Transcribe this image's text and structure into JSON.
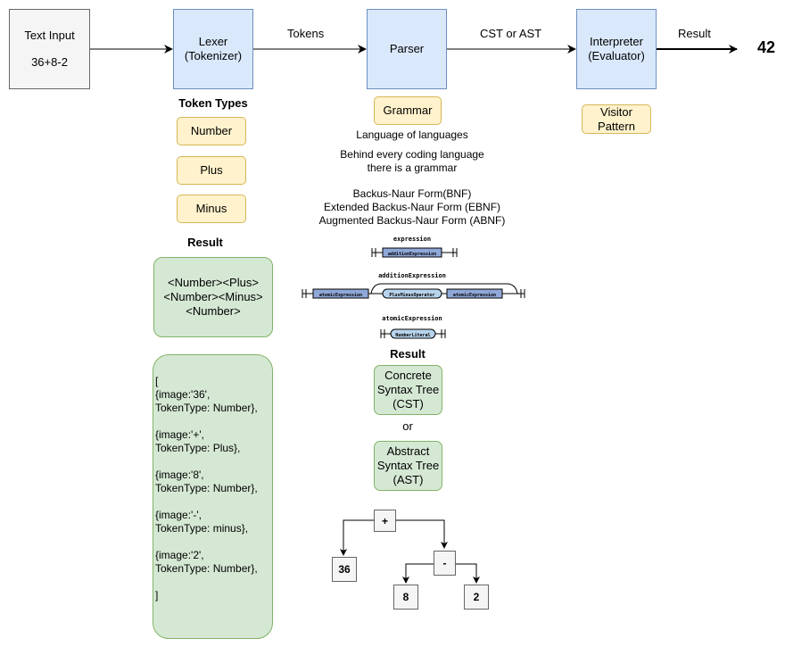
{
  "pipeline": {
    "input_title": "Text Input",
    "input_value": "36+8-2",
    "lexer": [
      "Lexer",
      "(Tokenizer)"
    ],
    "parser": "Parser",
    "interpreter": [
      "Interpreter",
      "(Evaluator)"
    ],
    "edge_tokens": "Tokens",
    "edge_tree": "CST or AST",
    "edge_result": "Result",
    "final_value": "42"
  },
  "lexer_section": {
    "heading": "Token Types",
    "types": [
      "Number",
      "Plus",
      "Minus"
    ],
    "result_heading": "Result",
    "token_sequence": [
      "<Number><Plus>",
      "<Number><Minus>",
      "<Number>"
    ],
    "token_list": [
      "[",
      "{image:'36',",
      "TokenType: Number},",
      "",
      "{image:'+',",
      "TokenType: Plus},",
      "",
      "{image:'8',",
      "TokenType: Number},",
      "",
      "{image:'-',",
      "TokenType: minus},",
      "",
      "{image:'2',",
      "TokenType: Number},",
      "",
      "]"
    ]
  },
  "parser_section": {
    "grammar_label": "Grammar",
    "grammar_caption": "Language of languages",
    "note": [
      "Behind every coding language",
      "there is a grammar"
    ],
    "forms": [
      "Backus-Naur Form(BNF)",
      "Extended Backus-Naur Form (EBNF)",
      "Augmented Backus-Naur Form (ABNF)"
    ],
    "rules": [
      {
        "name": "expression",
        "items": [
          "additionExpression"
        ]
      },
      {
        "name": "additionExpression",
        "items": [
          "atomicExpression",
          "PlusMinusOperator",
          "atomicExpression"
        ]
      },
      {
        "name": "atomicExpression",
        "items": [
          "NumberLiteral"
        ]
      }
    ],
    "result_heading": "Result",
    "cst": [
      "Concrete",
      "Syntax Tree",
      "(CST)"
    ],
    "or_label": "or",
    "ast": [
      "Abstract",
      "Syntax Tree",
      "(AST)"
    ],
    "tree": {
      "root": "+",
      "left": "36",
      "right": "-",
      "right_left": "8",
      "right_right": "2"
    }
  },
  "interpreter_section": {
    "visitor": [
      "Visitor",
      "Pattern"
    ]
  }
}
